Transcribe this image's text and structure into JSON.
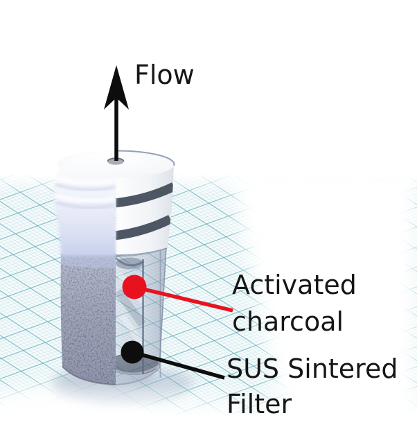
{
  "diagram": {
    "labels": {
      "flow": "Flow",
      "activated_charcoal": "Activated\ncharcoal",
      "sus_sintered_filter": "SUS Sintered\nFilter"
    },
    "colors": {
      "charcoal_marker": "#e8121f",
      "filter_marker": "#0d0d0d",
      "ink": "#161616",
      "grid_teal": "#58aab7",
      "cap_band": "#4d5663"
    },
    "icons": {
      "flow_arrow": "up-arrow-dart",
      "charcoal_marker_dot": "filled-circle",
      "filter_marker_dot": "filled-circle"
    }
  }
}
